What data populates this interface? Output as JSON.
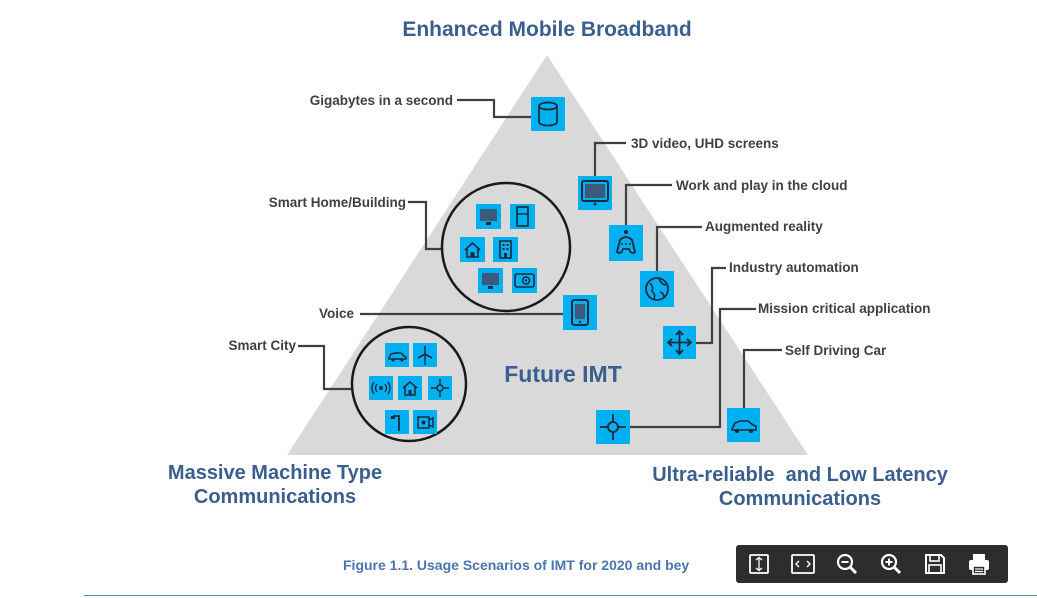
{
  "corners": {
    "top": "Enhanced Mobile Broadband",
    "left_line1": "Massive Machine Type",
    "left_line2": "Communications",
    "right_line1": "Ultra-reliable  and Low Latency",
    "right_line2": "Communications"
  },
  "center_label": "Future IMT",
  "labels": {
    "gigabytes": "Gigabytes in a second",
    "video": "3D video, UHD  screens",
    "cloud": "Work and play in the cloud",
    "smart_home": "Smart Home/Building",
    "ar": "Augmented reality",
    "industry": "Industry automation",
    "voice": "Voice",
    "mission": "Mission critical  application",
    "smart_city": "Smart City",
    "self_driving": "Self Driving Car"
  },
  "caption": "Figure 1.1. Usage Scenarios of IMT for 2020 and bey",
  "colors": {
    "triangle": "#d9d9d9",
    "icon_fill": "#00b0f0",
    "title": "#3a5f8f",
    "caption": "#4a76ad",
    "line": "#404040",
    "toolbar": "#2d2d2d"
  },
  "toolbar": {
    "buttons": [
      "fit-page-icon",
      "fit-width-icon",
      "zoom-out-icon",
      "zoom-in-icon",
      "save-icon",
      "print-icon"
    ]
  }
}
